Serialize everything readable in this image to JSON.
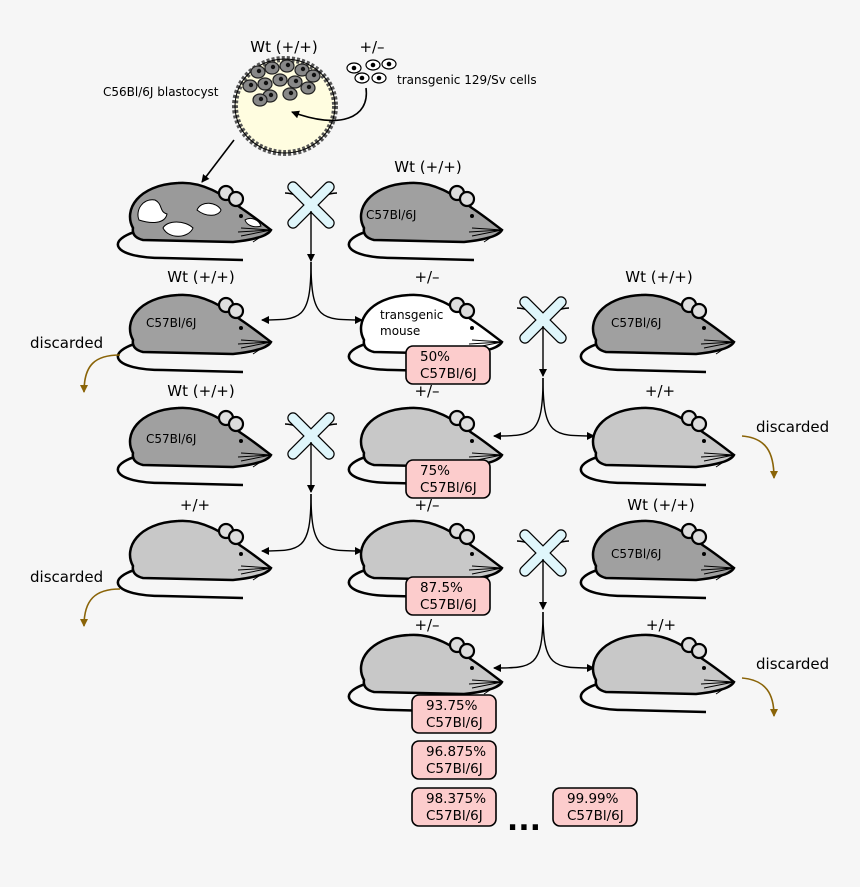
{
  "top": {
    "wt_label": "Wt (+/+)",
    "het_label": "+/–",
    "blastocyst_label": "C56Bl/6J blastocyst",
    "cells_label": "transgenic 129/Sv cells"
  },
  "mice": [
    {
      "id": "chimera",
      "kind": "chimera",
      "label": "",
      "inner": ""
    },
    {
      "id": "wt-top",
      "kind": "dark",
      "label": "Wt (+/+)",
      "inner": "C57Bl/6J"
    },
    {
      "id": "g1-wt",
      "kind": "dark",
      "label": "Wt (+/+)",
      "inner": "C57Bl/6J"
    },
    {
      "id": "g1-het",
      "kind": "white",
      "label": "+/–",
      "inner": "transgenic\nmouse"
    },
    {
      "id": "g1-partner",
      "kind": "dark",
      "label": "Wt (+/+)",
      "inner": "C57Bl/6J"
    },
    {
      "id": "g2-wt",
      "kind": "dark",
      "label": "Wt (+/+)",
      "inner": "C57Bl/6J"
    },
    {
      "id": "g2-het",
      "kind": "light",
      "label": "+/–",
      "inner": ""
    },
    {
      "id": "g2-wt-discard",
      "kind": "light",
      "label": "+/+",
      "inner": ""
    },
    {
      "id": "g3-wt-discard",
      "kind": "light",
      "label": "+/+",
      "inner": ""
    },
    {
      "id": "g3-het",
      "kind": "light",
      "label": "+/–",
      "inner": ""
    },
    {
      "id": "g3-partner",
      "kind": "dark",
      "label": "Wt (+/+)",
      "inner": "C57Bl/6J"
    },
    {
      "id": "g4-het",
      "kind": "light",
      "label": "+/–",
      "inner": ""
    },
    {
      "id": "g4-wt-discard",
      "kind": "light",
      "label": "+/+",
      "inner": ""
    }
  ],
  "discarded_label": "discarded",
  "percent_boxes": [
    {
      "pct": "50%",
      "strain": "C57Bl/6J"
    },
    {
      "pct": "75%",
      "strain": "C57Bl/6J"
    },
    {
      "pct": "87.5%",
      "strain": "C57Bl/6J"
    },
    {
      "pct": "93.75%",
      "strain": "C57Bl/6J"
    },
    {
      "pct": "96.875%",
      "strain": "C57Bl/6J"
    },
    {
      "pct": "98.375%",
      "strain": "C57Bl/6J"
    },
    {
      "pct": "99.99%",
      "strain": "C57Bl/6J"
    }
  ],
  "ellipsis": "...",
  "colors": {
    "background": "#f6f6f6",
    "dark_mouse": "#a0a0a0",
    "light_mouse": "#c8c8c8",
    "white_mouse": "#ffffff",
    "cross": "#dff6fb",
    "box_fill": "#fccccc",
    "discard_arrow": "#8a6408",
    "blastocyst_fill": "#fffde0"
  }
}
